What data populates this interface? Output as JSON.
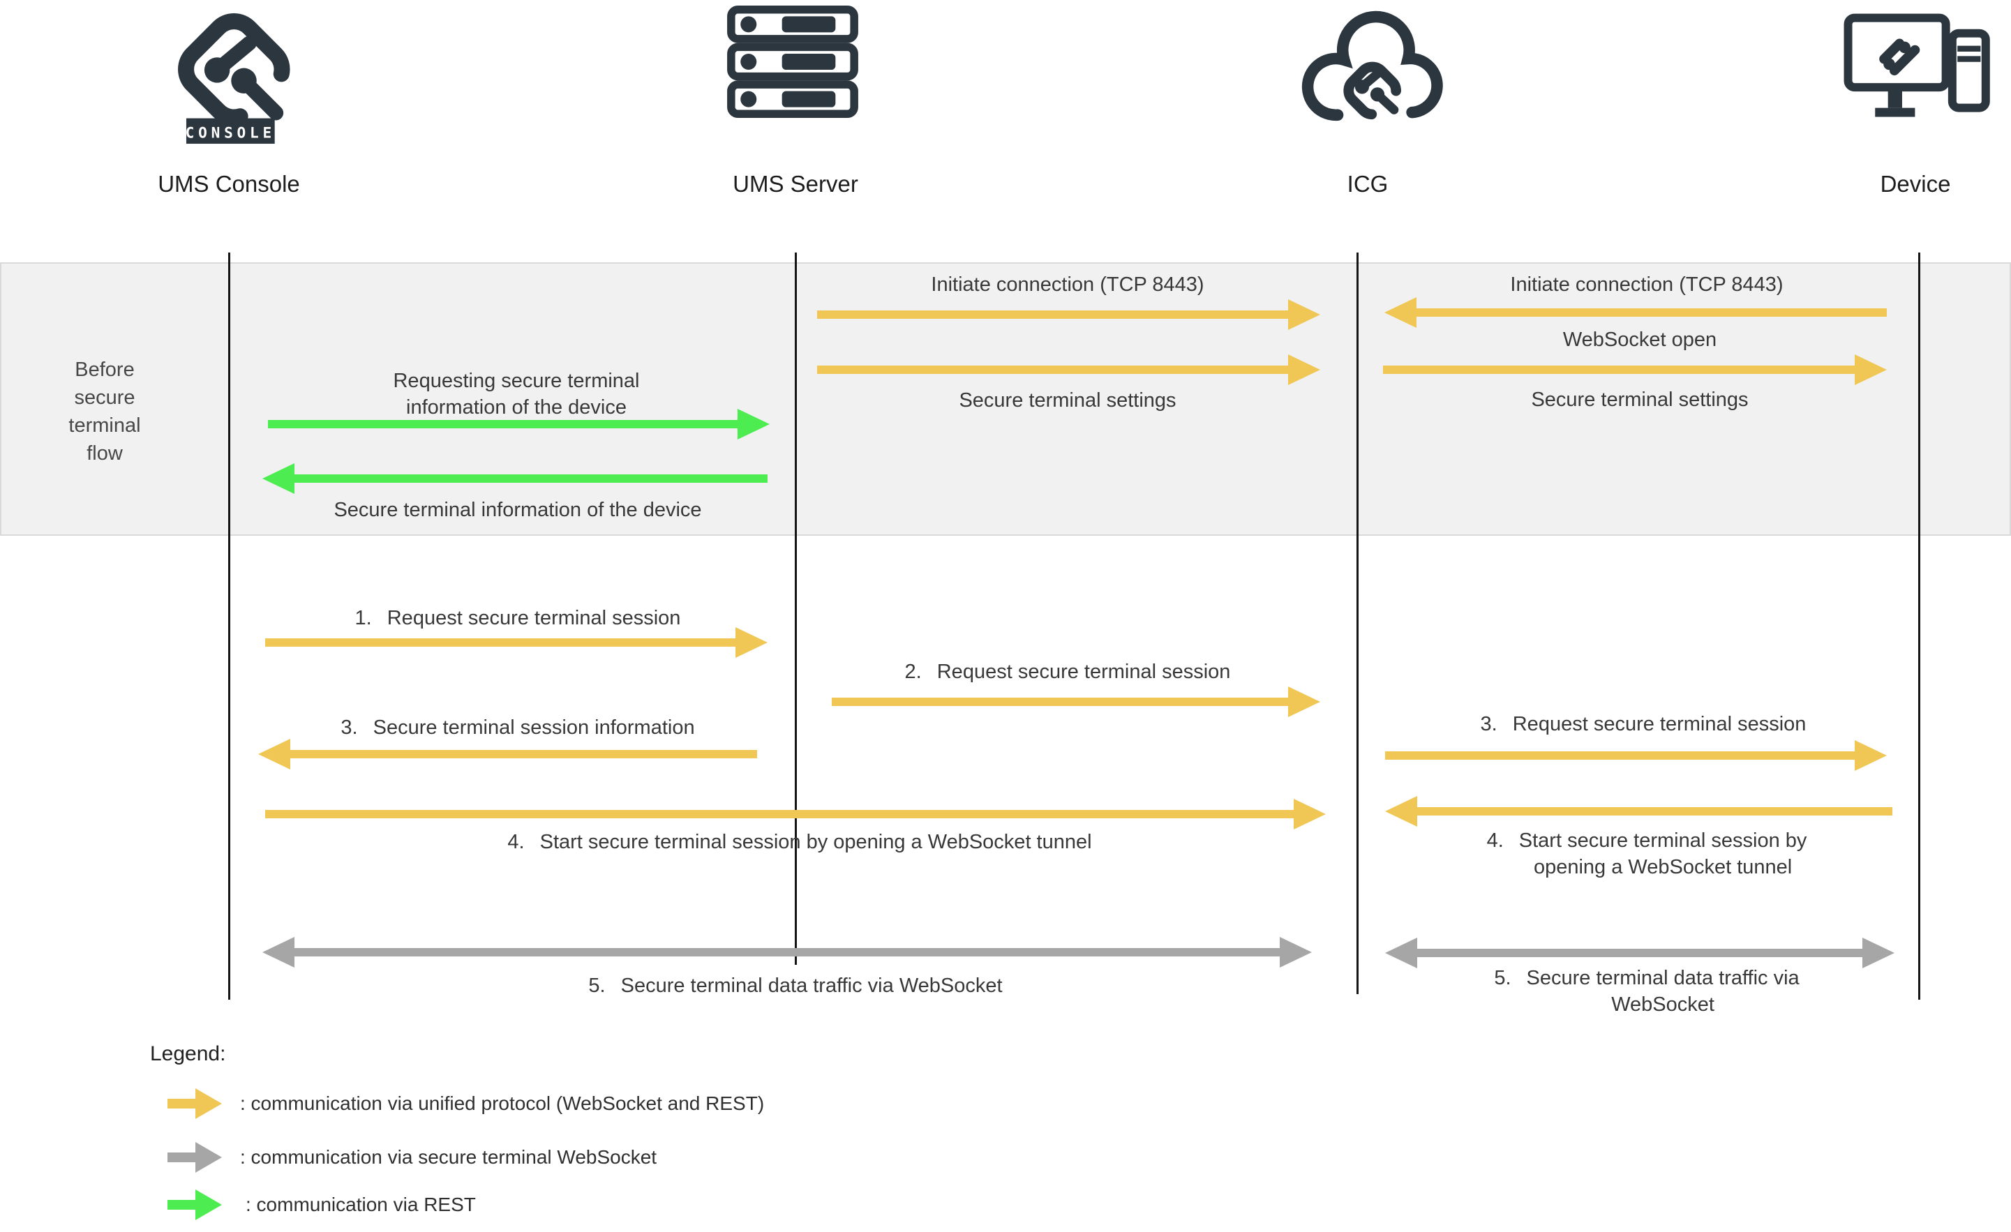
{
  "colors": {
    "arrow_yellow": "#f0c755",
    "arrow_green": "#4dec50",
    "arrow_gray": "#a6a6a6",
    "icon_dark": "#2b363f",
    "band_bg": "#f1f1f1"
  },
  "entities": {
    "console": {
      "label": "UMS Console",
      "badge": "CONSOLE"
    },
    "server": {
      "label": "UMS Server"
    },
    "icg": {
      "label": "ICG"
    },
    "device": {
      "label": "Device"
    }
  },
  "band": {
    "label_lines": [
      "Before",
      "secure",
      "terminal",
      "flow"
    ],
    "messages": {
      "request_info": {
        "line1": "Requesting secure terminal",
        "line2": "information of the device"
      },
      "info_response": {
        "text": "Secure terminal information of the device"
      },
      "initiate_server_icg": {
        "text": "Initiate connection (TCP 8443)"
      },
      "settings_server_icg": {
        "text": "Secure terminal settings"
      },
      "initiate_device_icg": {
        "text": "Initiate connection (TCP 8443)"
      },
      "websocket_open": {
        "text": "WebSocket open"
      },
      "settings_icg_device": {
        "text": "Secure terminal settings"
      }
    }
  },
  "flow": {
    "m1": {
      "num": "1.",
      "text": "Request secure terminal session"
    },
    "m2": {
      "num": "2.",
      "text": "Request secure terminal session"
    },
    "m3_left": {
      "num": "3.",
      "text": "Secure terminal session information"
    },
    "m3_right": {
      "num": "3.",
      "text": "Request secure terminal session"
    },
    "m4_left": {
      "num": "4.",
      "text": "Start secure terminal session by opening a WebSocket tunnel"
    },
    "m4_right": {
      "num": "4.",
      "line1": "Start secure terminal session by",
      "line2": "opening a WebSocket tunnel"
    },
    "m5_left": {
      "num": "5.",
      "text": "Secure terminal data traffic via WebSocket"
    },
    "m5_right": {
      "num": "5.",
      "line1": "Secure terminal data traffic via",
      "line2": "WebSocket"
    }
  },
  "legend": {
    "title": "Legend:",
    "items": [
      {
        "color": "#f0c755",
        "text": ": communication via unified protocol (WebSocket and REST)"
      },
      {
        "color": "#a6a6a6",
        "text": ": communication via secure terminal WebSocket"
      },
      {
        "color": "#4dec50",
        "text": ": communication via REST"
      }
    ]
  }
}
